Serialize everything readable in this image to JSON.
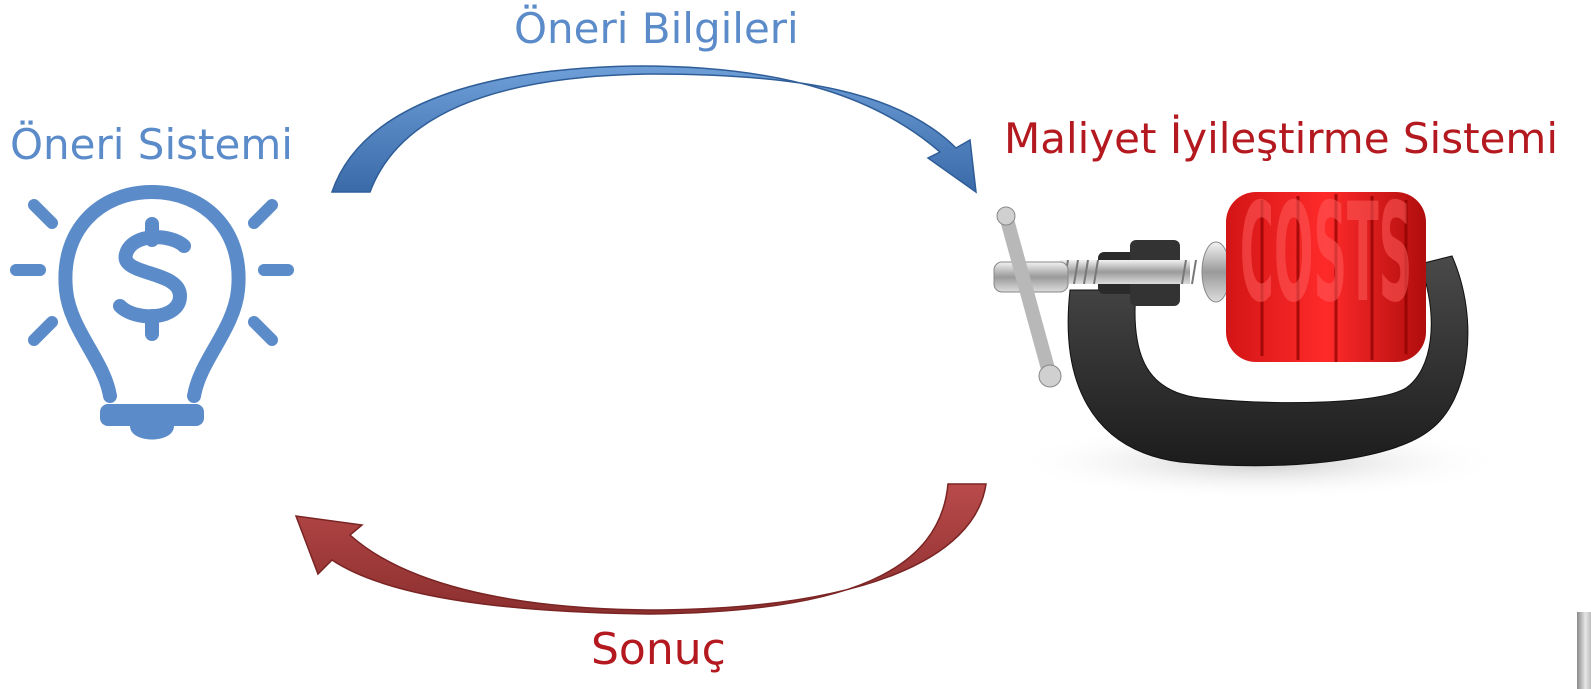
{
  "nodes": {
    "suggestion_system": {
      "label": "Öneri Sistemi",
      "icon": "lightbulb-dollar-icon",
      "color": "#5b8bc9"
    },
    "cost_system": {
      "label": "Maliyet İyileştirme Sistemi",
      "icon": "costs-clamp-icon",
      "image_text": "COSTS",
      "color": "#b3191f"
    }
  },
  "edges": {
    "to_cost": {
      "label": "Öneri Bilgileri",
      "from": "suggestion_system",
      "to": "cost_system",
      "color": "#4f7fbd"
    },
    "to_suggestion": {
      "label": "Sonuç",
      "from": "cost_system",
      "to": "suggestion_system",
      "color": "#a13c3c"
    }
  }
}
